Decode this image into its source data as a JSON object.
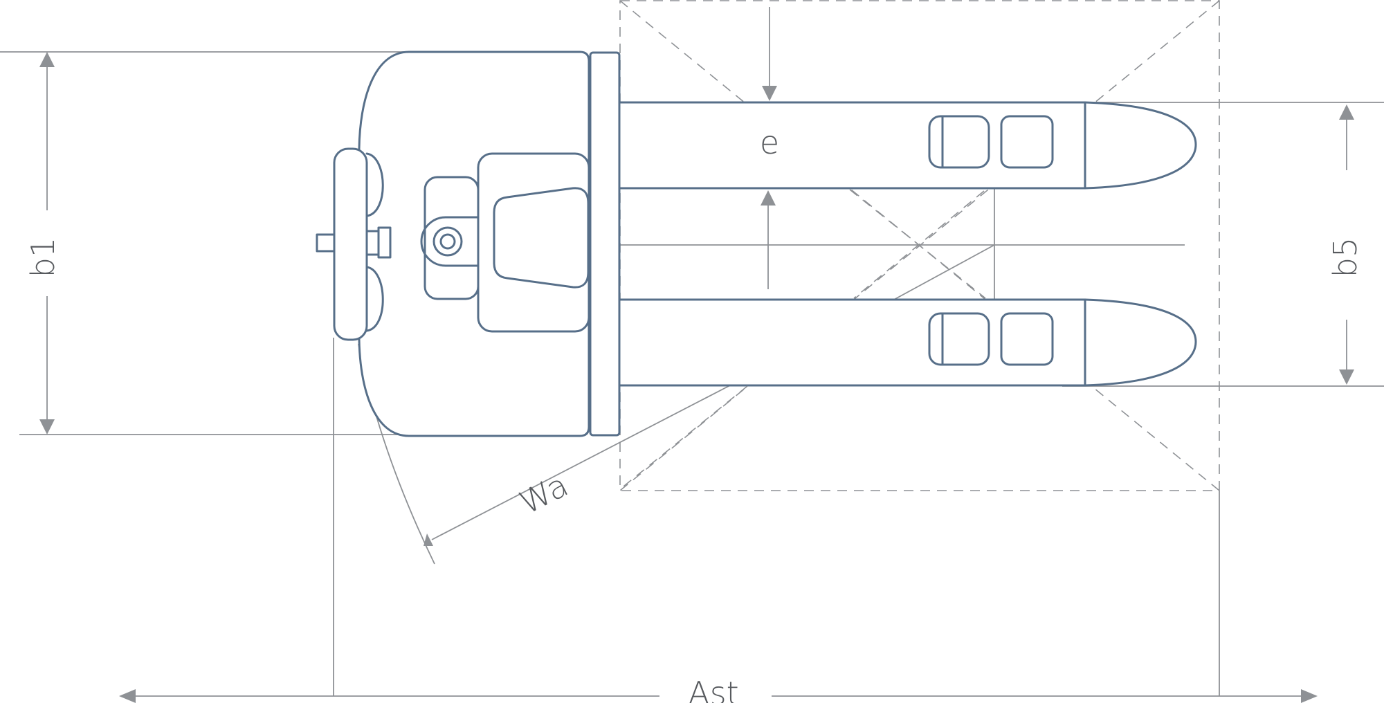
{
  "diagram": {
    "labels": {
      "b1": "b1",
      "b5": "b5",
      "e": "e",
      "wa": "Wa",
      "ast": "Ast"
    },
    "colors": {
      "truck_outline": "#576f89",
      "dimension_lines": "#8e9195",
      "label_text": "#575a5e",
      "background": "#ffffff"
    }
  }
}
